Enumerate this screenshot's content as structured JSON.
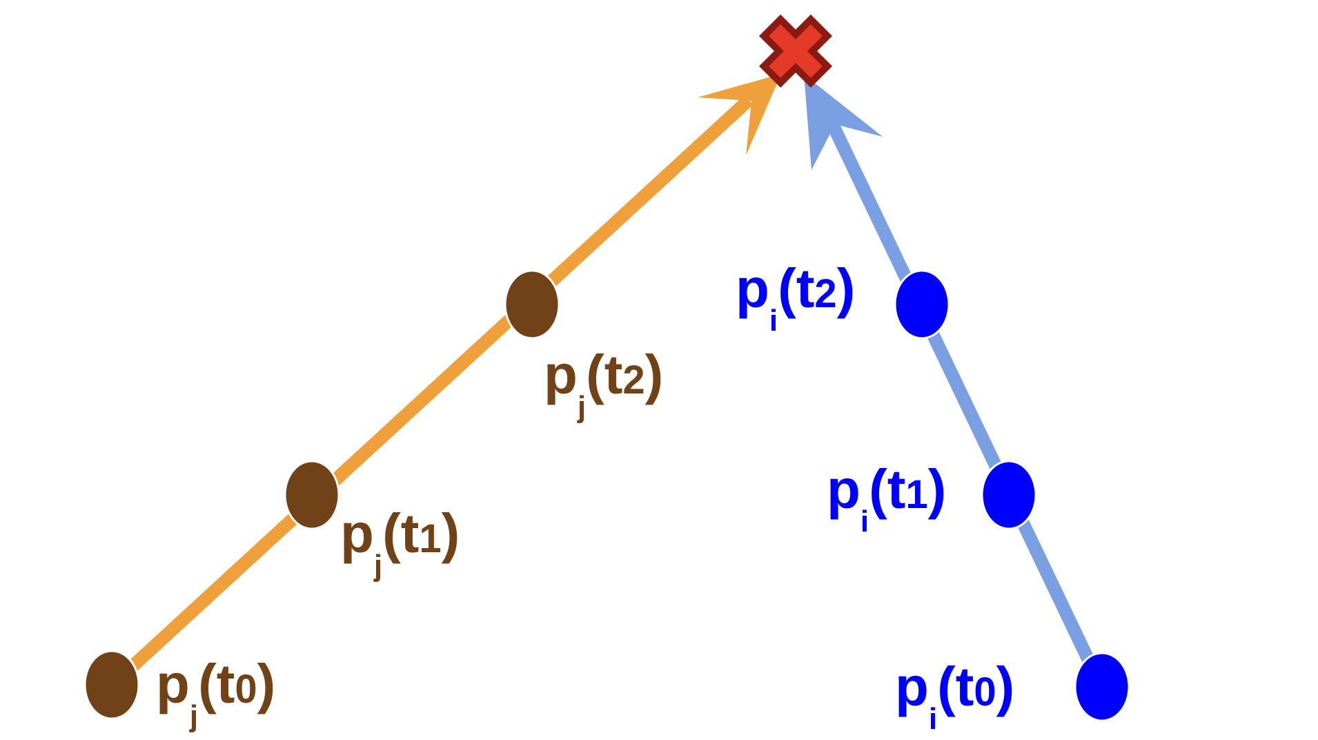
{
  "colors": {
    "traj_j_line": "#F0A03A",
    "traj_j_point": "#714217",
    "traj_i_line": "#7B9FE3",
    "traj_i_point": "#0000FF",
    "collision_fill": "#E53A28",
    "collision_stroke": "#8B1A12"
  },
  "trajectory_j": {
    "label_base": "p",
    "label_subscript": "j",
    "points": [
      {
        "time": "t",
        "time_index": "0"
      },
      {
        "time": "t",
        "time_index": "1"
      },
      {
        "time": "t",
        "time_index": "2"
      }
    ]
  },
  "trajectory_i": {
    "label_base": "p",
    "label_subscript": "i",
    "points": [
      {
        "time": "t",
        "time_index": "0"
      },
      {
        "time": "t",
        "time_index": "1"
      },
      {
        "time": "t",
        "time_index": "2"
      }
    ]
  },
  "collision": {
    "icon": "collision-x-icon"
  }
}
